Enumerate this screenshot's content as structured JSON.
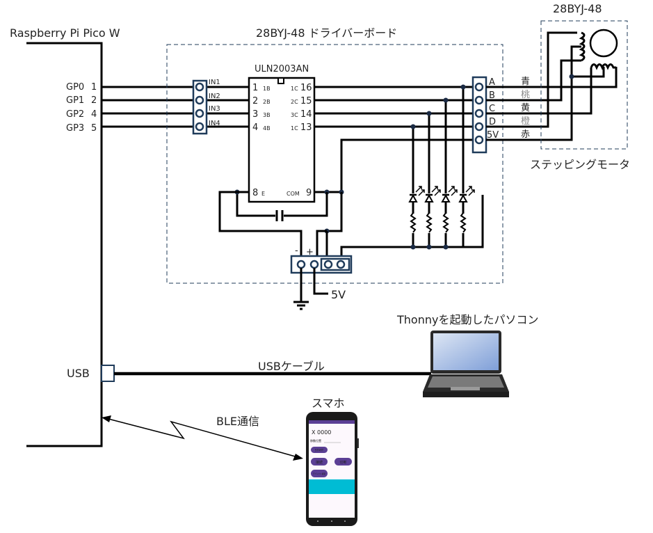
{
  "titles": {
    "pico": "Raspberry Pi Pico W",
    "driver_board": "28BYJ-48 ドライバーボード",
    "motor_model": "28BYJ-48",
    "motor_caption": "ステッピングモータ",
    "pc_caption": "Thonnyを起動したパソコン",
    "phone_caption": "スマホ",
    "usb_cable": "USBケーブル",
    "ble": "BLE通信",
    "usb_port": "USB",
    "five_v": "5V",
    "ic_name": "ULN2003AN"
  },
  "pico_pins": [
    {
      "name": "GP0",
      "num": "1"
    },
    {
      "name": "GP1",
      "num": "2"
    },
    {
      "name": "GP2",
      "num": "4"
    },
    {
      "name": "GP3",
      "num": "5"
    }
  ],
  "input_header": [
    "IN1",
    "IN2",
    "IN3",
    "IN4"
  ],
  "ic_left_pins": [
    {
      "num": "1",
      "sig": "1B"
    },
    {
      "num": "2",
      "sig": "2B"
    },
    {
      "num": "3",
      "sig": "3B"
    },
    {
      "num": "4",
      "sig": "4B"
    }
  ],
  "ic_right_pins": [
    {
      "sig": "1C",
      "num": "16"
    },
    {
      "sig": "2C",
      "num": "15"
    },
    {
      "sig": "3C",
      "num": "14"
    },
    {
      "sig": "1C",
      "num": "13"
    }
  ],
  "ic_bottom": {
    "left_num": "8",
    "left_sig": "E",
    "right_sig": "COM",
    "right_num": "9"
  },
  "output_header": [
    "A",
    "B",
    "C",
    "D",
    "5V"
  ],
  "wire_colors": [
    "青",
    "桃",
    "黄",
    "橙",
    "赤"
  ],
  "power_header": {
    "minus": "-",
    "plus": "+"
  },
  "phone_app": {
    "position_label": "X 0000",
    "move_label": "移動位置",
    "start_button": "START",
    "connect_button": "接続",
    "disconnect_button": "切断",
    "device_button": "デバイス 検索",
    "accent_color": "#5b3f95",
    "panel_color": "#00bcd4"
  }
}
